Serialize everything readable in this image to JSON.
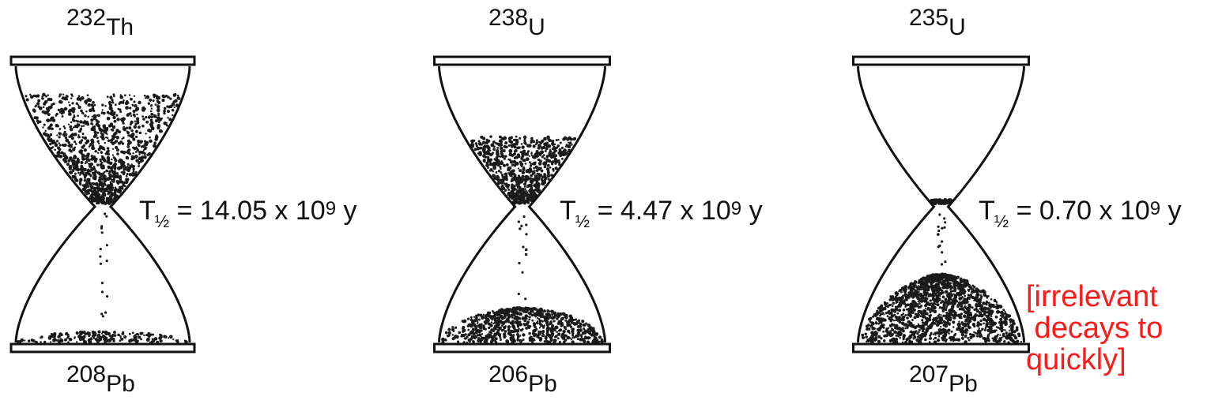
{
  "hourglasses": [
    {
      "top_isotope": {
        "mass": "232",
        "symbol": "Th"
      },
      "bottom_isotope": {
        "mass": "208",
        "symbol": "Pb"
      },
      "half_life": {
        "prefix": "T",
        "sub": "½",
        "value": "= 14.05 x 10",
        "exp": "9",
        "unit": "y"
      },
      "top_fill_fraction": 0.8,
      "bottom_fill_fraction": 0.08
    },
    {
      "top_isotope": {
        "mass": "238",
        "symbol": "U"
      },
      "bottom_isotope": {
        "mass": "206",
        "symbol": "Pb"
      },
      "half_life": {
        "prefix": "T",
        "sub": "½",
        "value": "= 4.47 x 10",
        "exp": "9",
        "unit": "y"
      },
      "top_fill_fraction": 0.5,
      "bottom_fill_fraction": 0.4
    },
    {
      "top_isotope": {
        "mass": "235",
        "symbol": "U"
      },
      "bottom_isotope": {
        "mass": "207",
        "symbol": "Pb"
      },
      "half_life": {
        "prefix": "T",
        "sub": "½",
        "value": "= 0.70 x 10",
        "exp": "9",
        "unit": "y"
      },
      "top_fill_fraction": 0.05,
      "bottom_fill_fraction": 0.85
    }
  ],
  "annotation": {
    "line1": "[irrelevant",
    "line2": " decays to",
    "line3": "quickly]",
    "color": "#ff1a1a"
  }
}
